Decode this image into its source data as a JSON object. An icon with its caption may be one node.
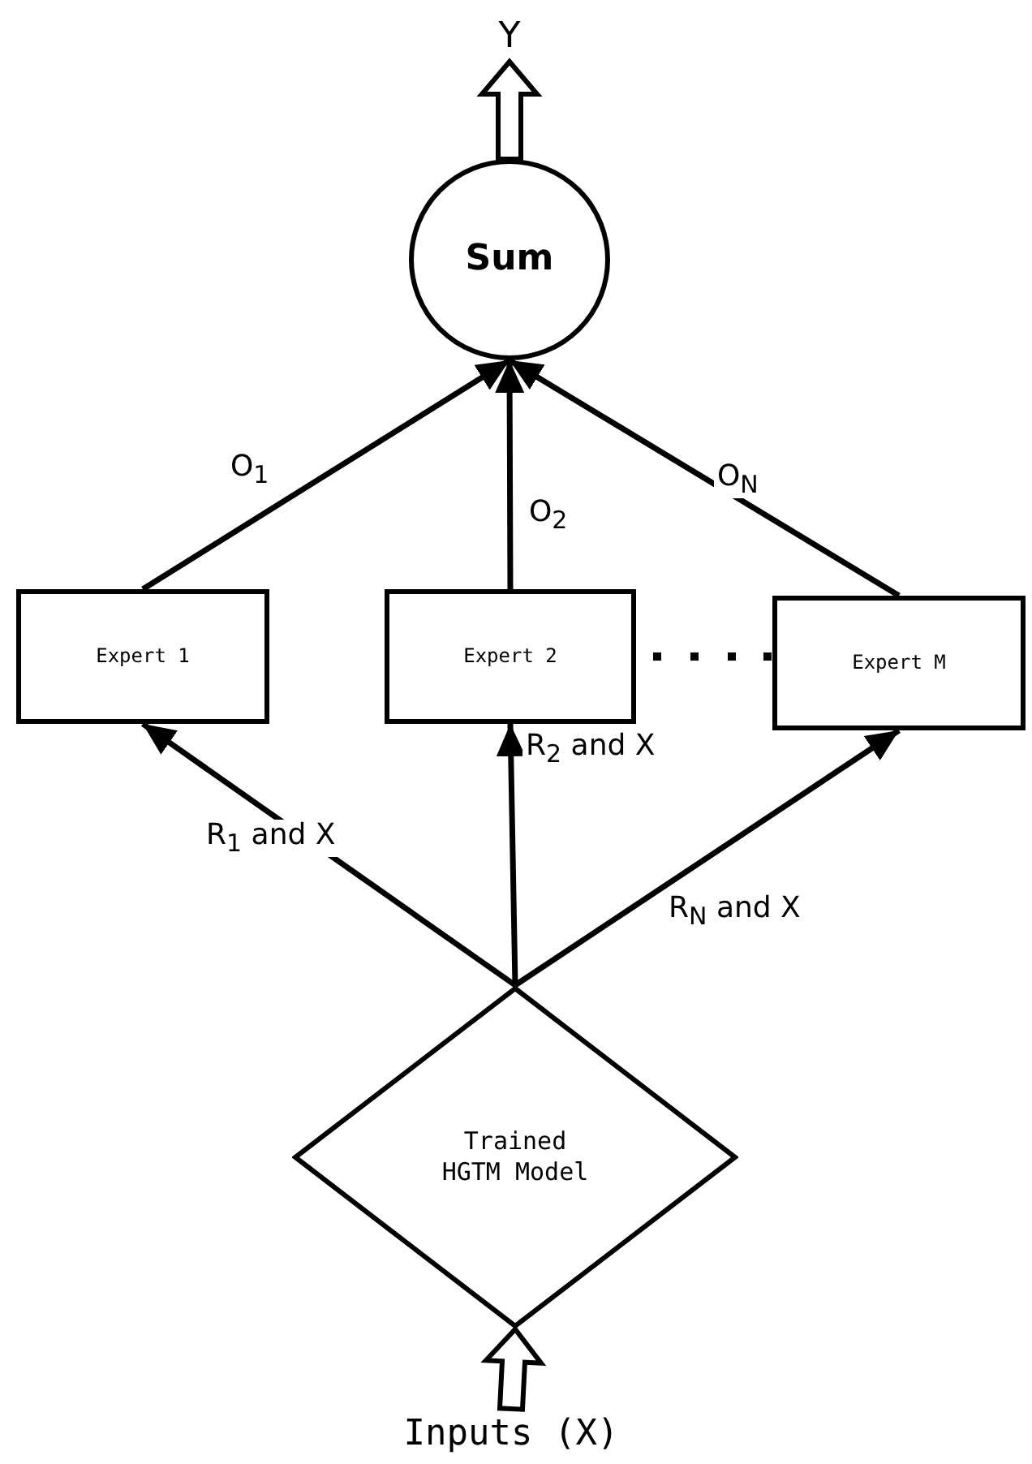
{
  "diagram": {
    "nodes": [
      {
        "text": [
          "Y"
        ]
      },
      {
        "text": [
          "Sum"
        ]
      },
      {
        "text": [
          "Expert 1"
        ]
      },
      {
        "text": [
          "Expert 2"
        ]
      },
      {
        "text": [
          "Expert M"
        ]
      },
      {
        "text": [
          "Trained HGTM Model"
        ]
      },
      {
        "text": [
          "Inputs (X)"
        ]
      }
    ],
    "edges": [
      {
        "from": 1,
        "to": 0,
        "arrow": "to",
        "style": "thick"
      },
      {
        "from": 2,
        "to": 1,
        "arrow": "to",
        "label": "O$_{1}$"
      },
      {
        "from": 3,
        "to": 1,
        "arrow": "to",
        "label": "O$_{2}$"
      },
      {
        "from": 4,
        "to": 1,
        "arrow": "to",
        "label": "O$_{N}$"
      },
      {
        "from": 5,
        "to": 2,
        "arrow": "to",
        "label": "R$_{1}$ and X"
      },
      {
        "from": 5,
        "to": 3,
        "arrow": "to",
        "label": "R$_{2}$ and X"
      },
      {
        "from": 5,
        "to": 4,
        "arrow": "to",
        "label": "R$_{N}$ and X"
      },
      {
        "from": 6,
        "to": 5,
        "arrow": "to",
        "style": "thick"
      }
    ]
  }
}
